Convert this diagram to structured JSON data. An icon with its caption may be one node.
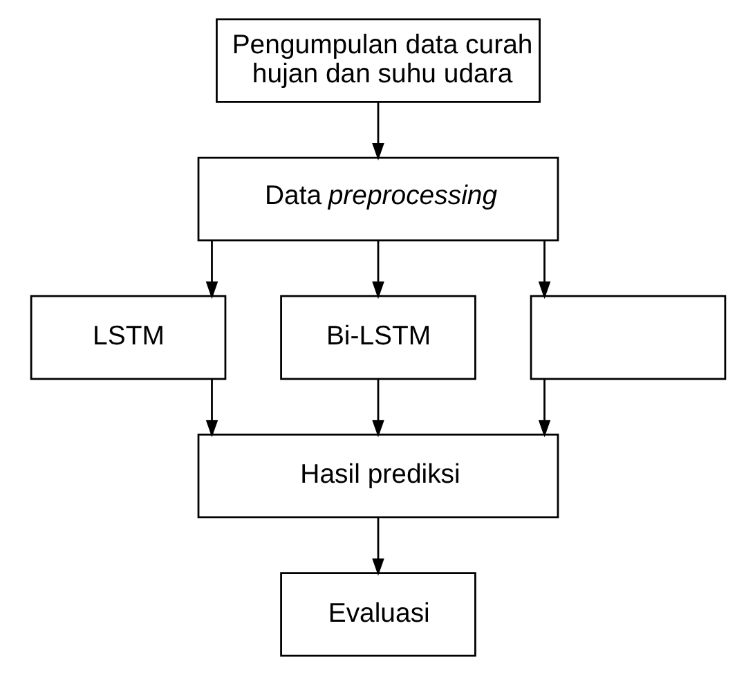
{
  "diagram": {
    "nodes": [
      {
        "text": [
          "Pengumpulan data curah hujan dan suhu udara"
        ]
      },
      {
        "text": [
          "Data *preprocessing*"
        ]
      },
      {
        "text": [
          "LSTM"
        ]
      },
      {
        "text": [
          "Bi-LSTM"
        ]
      },
      {
        "text": [],
        "shape": "box"
      },
      {
        "text": [
          "Hasil prediksi"
        ]
      },
      {
        "text": [
          "Evaluasi"
        ]
      }
    ],
    "edges": [
      {
        "from": 0,
        "to": 1,
        "arrow": "to"
      },
      {
        "from": 1,
        "to": 2,
        "arrow": "to"
      },
      {
        "from": 1,
        "to": 3,
        "arrow": "to"
      },
      {
        "from": 1,
        "to": 4,
        "arrow": "to"
      },
      {
        "from": 2,
        "to": 5,
        "arrow": "to"
      },
      {
        "from": 3,
        "to": 5,
        "arrow": "to"
      },
      {
        "from": 4,
        "to": 5,
        "arrow": "to"
      },
      {
        "from": 5,
        "to": 6,
        "arrow": "to"
      }
    ]
  }
}
